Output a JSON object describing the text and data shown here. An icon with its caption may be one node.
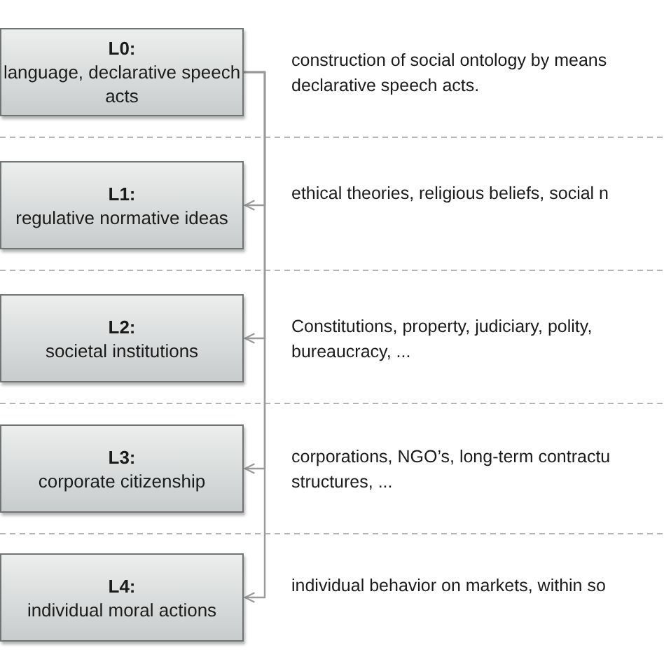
{
  "diagram": {
    "nodes": [
      {
        "text": [
          "L0:",
          "language, declarative speech acts"
        ],
        "beside": [
          "construction of social ontology by means declarative speech acts."
        ]
      },
      {
        "text": [
          "L1:",
          "regulative normative ideas"
        ],
        "beside": [
          "ethical theories, religious beliefs, social n"
        ]
      },
      {
        "text": [
          "L2:",
          "societal institutions"
        ],
        "beside": [
          "Constitutions, property, judiciary, polity, bureaucracy, ..."
        ]
      },
      {
        "text": [
          "L3:",
          "corporate citizenship"
        ],
        "beside": [
          "corporations, NGO’s, long-term contractu structures, ..."
        ]
      },
      {
        "text": [
          "L4:",
          "individual moral actions"
        ],
        "beside": [
          "individual behavior on markets, within so"
        ]
      }
    ],
    "edges": [
      {
        "from": 0,
        "to": 1,
        "arrow": "to"
      },
      {
        "from": 0,
        "to": 2,
        "arrow": "to"
      },
      {
        "from": 0,
        "to": 3,
        "arrow": "to"
      },
      {
        "from": 0,
        "to": 4,
        "arrow": "to"
      }
    ]
  }
}
